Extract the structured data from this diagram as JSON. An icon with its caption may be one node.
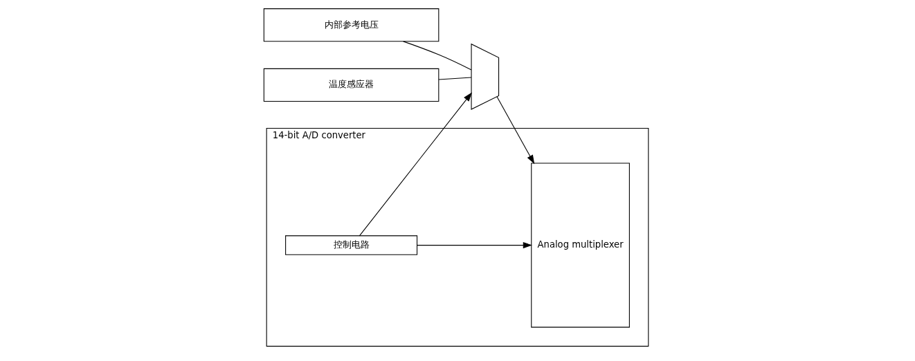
{
  "diagram": {
    "nodes": [
      {
        "text": [
          "内部参考电压"
        ]
      },
      {
        "text": [
          "温度感应器"
        ]
      },
      {
        "text": [],
        "shape": "trapezoid"
      },
      {
        "text": [
          "14-bit A/D converter"
        ]
      },
      {
        "text": [
          "Analog multiplexer"
        ],
        "in": 3
      },
      {
        "text": [
          "控制电路"
        ],
        "in": 3
      }
    ],
    "edges": [
      {
        "from": 0,
        "to": 2,
        "arrow": "none"
      },
      {
        "from": 1,
        "to": 2,
        "arrow": "none"
      },
      {
        "from": 2,
        "to": 4,
        "arrow": "to"
      },
      {
        "from": 5,
        "to": 4,
        "arrow": "to"
      },
      {
        "from": 5,
        "to": 2,
        "arrow": "to"
      }
    ]
  }
}
